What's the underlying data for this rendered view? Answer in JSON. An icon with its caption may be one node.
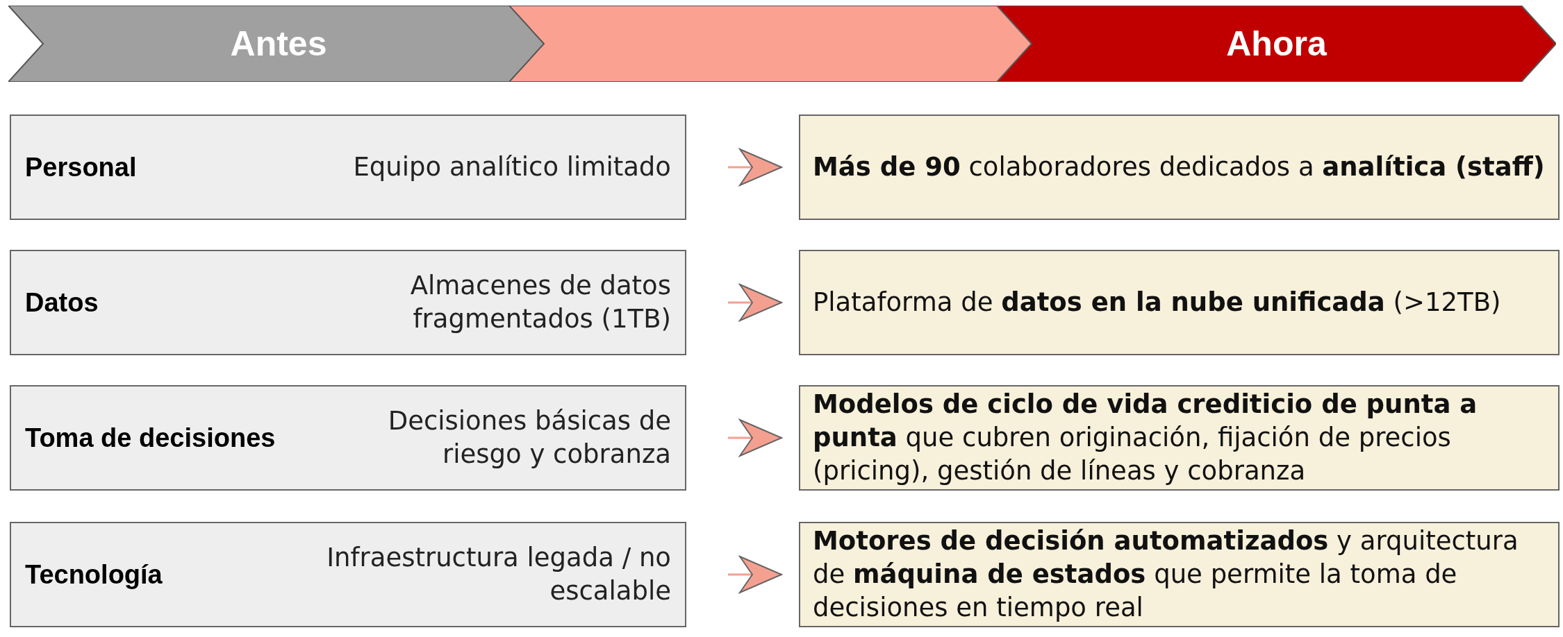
{
  "diagram": {
    "nodes": [
      {
        "text": [
          "Antes"
        ]
      },
      {
        "text": [],
        "shape": "chevron"
      },
      {
        "text": [
          "Ahora"
        ]
      },
      {
        "text": [
          "Personal",
          "Equipo analítico limitado"
        ]
      },
      {
        "text": [
          "**Más de 90** colaboradores dedicados a **analítica (staff)**"
        ]
      },
      {
        "text": [
          "Datos",
          "Almacenes de datos fragmentados (1TB)"
        ]
      },
      {
        "text": [
          "Plataforma de **datos en la nube unificada** (>12TB)"
        ]
      },
      {
        "text": [
          "Toma de decisiones",
          "Decisiones básicas de riesgo y cobranza"
        ]
      },
      {
        "text": [
          "**Modelos de ciclo de vida crediticio de punta a punta** que cubren originación, fijación de precios (pricing), gestión de líneas y cobranza"
        ]
      },
      {
        "text": [
          "Tecnología",
          "Infraestructura legada / no escalable"
        ]
      },
      {
        "text": [
          "**Motores de decisión automatizados** y arquitectura de **máquina de estados** que permite la toma de decisiones en tiempo real"
        ]
      }
    ],
    "edges": [
      {
        "from": 3,
        "to": 4,
        "arrow": "to"
      },
      {
        "from": 5,
        "to": 6,
        "arrow": "to"
      },
      {
        "from": 7,
        "to": 8,
        "arrow": "to"
      },
      {
        "from": 9,
        "to": 10,
        "arrow": "to"
      }
    ]
  }
}
